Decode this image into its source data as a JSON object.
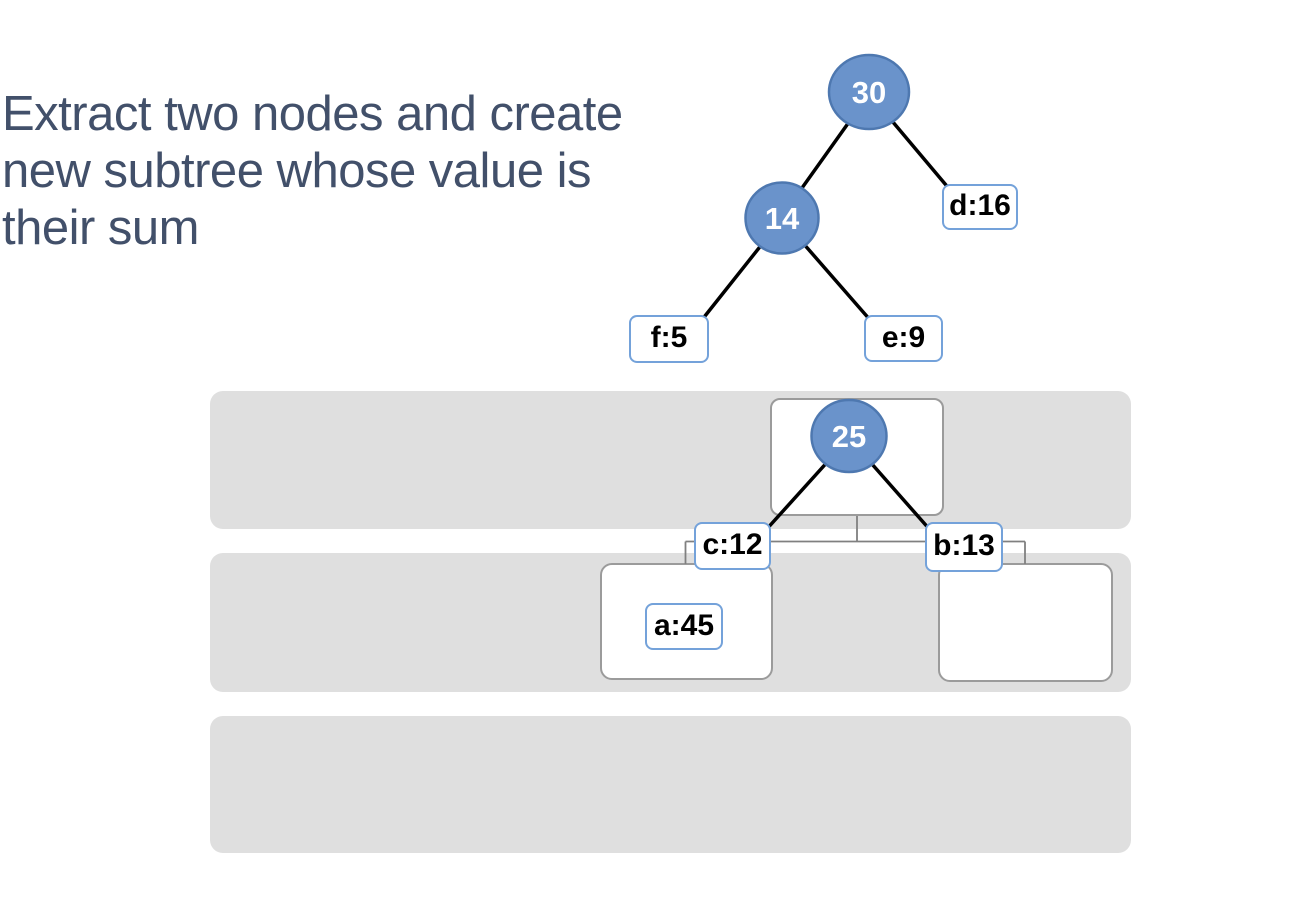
{
  "title": {
    "lines": [
      "Extract two nodes and create",
      "new subtree whose value is",
      "their sum"
    ]
  },
  "nodes": {
    "internal": [
      {
        "label": "30"
      },
      {
        "label": "14"
      },
      {
        "label": "25"
      }
    ],
    "leaves": [
      {
        "label": "d:16"
      },
      {
        "label": "f:5"
      },
      {
        "label": "e:9"
      },
      {
        "label": "c:12"
      },
      {
        "label": "b:13"
      },
      {
        "label": "a:45"
      }
    ]
  },
  "colors": {
    "title_text": "#42506A",
    "node_fill": "#6A93CB",
    "node_border": "#4E78B0",
    "leaf_border": "#74A2DA",
    "band_gray": "#DFDFDF",
    "box_border_gray": "#9B9B9B",
    "edge_black": "#000000",
    "connector_gray": "#808080"
  }
}
